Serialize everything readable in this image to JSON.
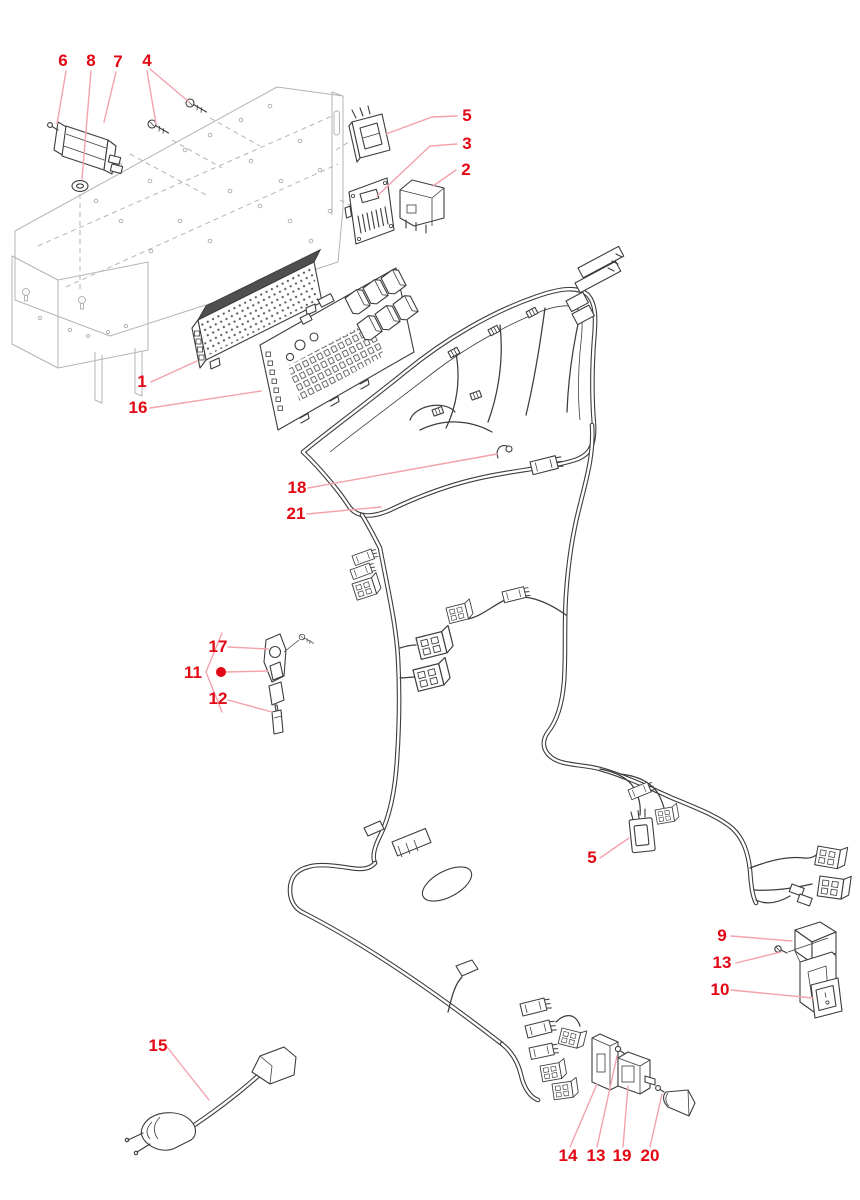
{
  "diagram": {
    "kind": "exploded-parts-diagram",
    "background": "#ffffff"
  },
  "colors": {
    "callout_text": "#e30613",
    "leader_line": "#f3a2ac",
    "artwork_line": "#3d3d3d",
    "chassis_line": "#b4b4b4",
    "marker_dot": "#e30613"
  },
  "marker": {
    "attached_to_callout": "11",
    "style": "filled-circle"
  },
  "callouts": [
    {
      "label": "6"
    },
    {
      "label": "8"
    },
    {
      "label": "7"
    },
    {
      "label": "4"
    },
    {
      "label": "5"
    },
    {
      "label": "3"
    },
    {
      "label": "2"
    },
    {
      "label": "1"
    },
    {
      "label": "16"
    },
    {
      "label": "18"
    },
    {
      "label": "21"
    },
    {
      "label": "17"
    },
    {
      "label": "11"
    },
    {
      "label": "12"
    },
    {
      "label": "5"
    },
    {
      "label": "9"
    },
    {
      "label": "13"
    },
    {
      "label": "10"
    },
    {
      "label": "15"
    },
    {
      "label": "14"
    },
    {
      "label": "13"
    },
    {
      "label": "19"
    },
    {
      "label": "20"
    }
  ]
}
